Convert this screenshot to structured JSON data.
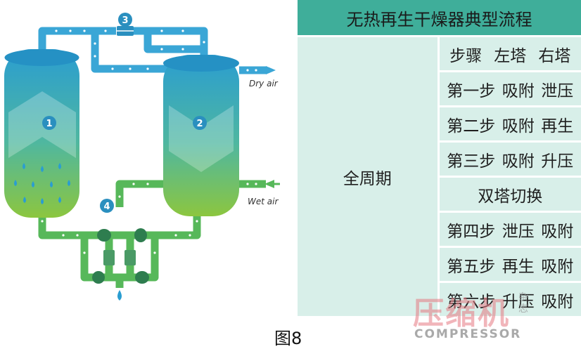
{
  "diagram": {
    "labels": {
      "dry_air": "Dry air",
      "wet_air": "Wet air"
    },
    "markers": [
      "1",
      "2",
      "3",
      "4"
    ],
    "colors": {
      "pipe_top": "#3aa6d6",
      "pipe_bottom": "#57b85a",
      "tower_top": "#2a9dd1",
      "tower_bottom": "#8cc63f",
      "drop": "#2a9dd1"
    }
  },
  "table": {
    "title": "无热再生干燥器典型流程",
    "period_label": "全周期",
    "header": [
      "步骤",
      "左塔",
      "右塔"
    ],
    "rows": [
      [
        "第一步",
        "吸附",
        "泄压"
      ],
      [
        "第二步",
        "吸附",
        "再生"
      ],
      [
        "第三步",
        "吸附",
        "升压"
      ]
    ],
    "switch_label": "双塔切换",
    "rows2": [
      [
        "第四步",
        "泄压",
        "吸附"
      ],
      [
        "第五步",
        "再生",
        "吸附"
      ],
      [
        "第六步",
        "升压",
        "吸附"
      ]
    ]
  },
  "caption": "图8",
  "logo": {
    "cn": "压缩机",
    "side": "杂志",
    "en": "COMPRESSOR"
  }
}
